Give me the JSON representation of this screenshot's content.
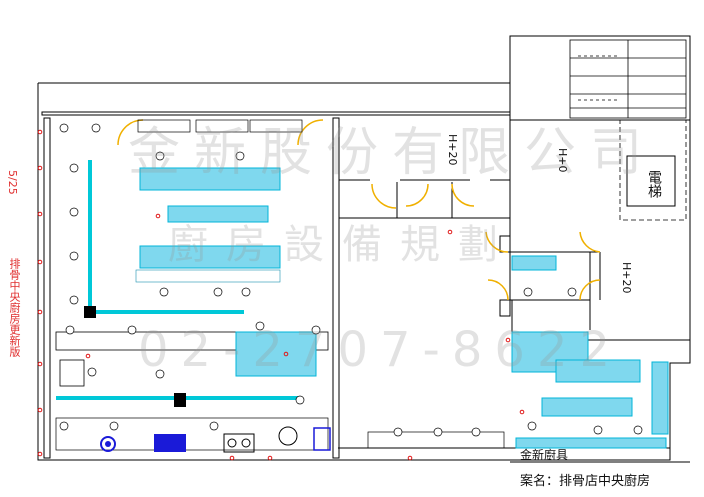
{
  "watermark": {
    "line1": "金新股份有限公司",
    "line2": "廚房設備規劃",
    "line3": "02-2707-8622"
  },
  "side_notes": {
    "date": "5/25",
    "revision": "排骨中央廚房更新版"
  },
  "labels": {
    "height_a": "H+20",
    "height_b": "H+0",
    "height_c": "H+20",
    "elevator": "電梯",
    "brand_footer": "金新廚具"
  },
  "title_block": {
    "case_name": "案名：排骨店中央廚房"
  },
  "colors": {
    "wall": "#000000",
    "equipment_fill": "#7fd8ee",
    "equipment_stroke": "#00b5d8",
    "pipe": "#00c8d8",
    "outlet": "#e01818",
    "door_arc": "#f0b000",
    "appliance": "#1a1ad8"
  }
}
